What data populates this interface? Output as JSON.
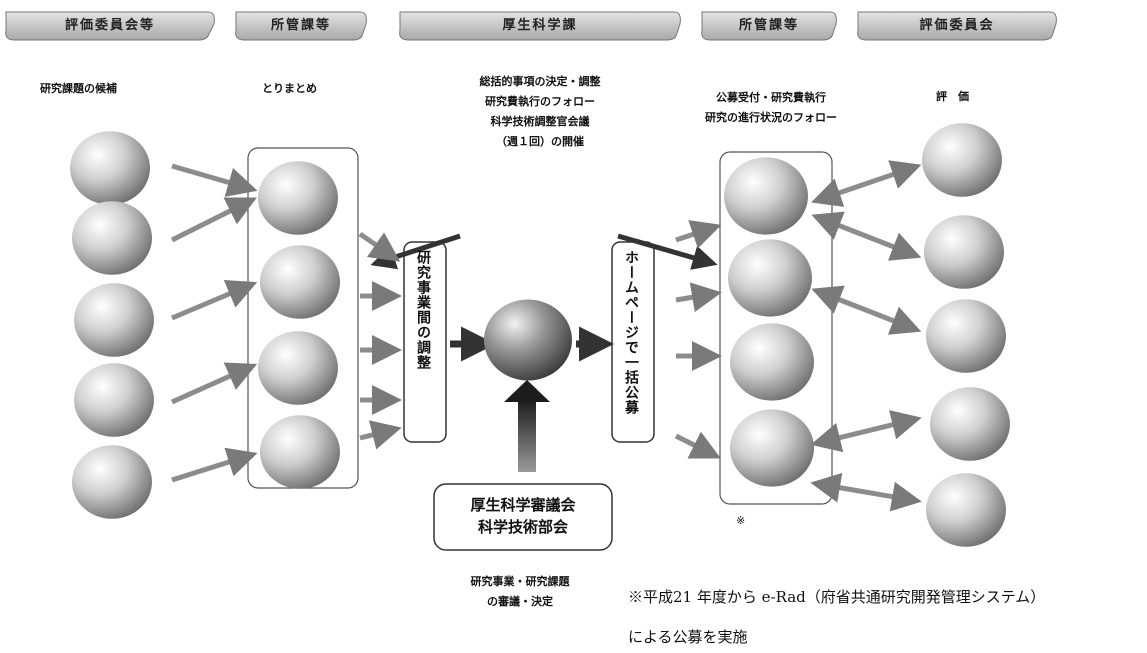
{
  "headers": [
    {
      "label": "評価委員会等",
      "sub": "研究課題の候補"
    },
    {
      "label": "所管課等",
      "sub": "とりまとめ"
    },
    {
      "label": "厚生科学課",
      "sub_lines": [
        "総括的事項の決定・調整",
        "研究費執行のフォロー",
        "科学技術調整官会議",
        "（週１回）の開催"
      ]
    },
    {
      "label": "所管課等",
      "sub_lines": [
        "公募受付・研究費執行",
        "研究の進行状況のフォロー"
      ]
    },
    {
      "label": "評価委員会",
      "sub": "評　価"
    }
  ],
  "mid_left_box": "研究事業間の調整",
  "mid_right_box": "ホームページで一括公募",
  "council": [
    "厚生科学審議会",
    "科学技術部会"
  ],
  "council_caption": [
    "研究事業・研究課題",
    "の審議・決定"
  ],
  "asterisk": "※",
  "note_lines": [
    "※平成21 年度から e-Rad（府省共通研究開発管理システム）",
    "による公募を実施"
  ],
  "colors": {
    "sphere_light": "#ffffff",
    "sphere_dark": "#555555",
    "arrow": "#909090",
    "arrow_dark": "#333333",
    "header_fill": "#c8c8c8"
  }
}
